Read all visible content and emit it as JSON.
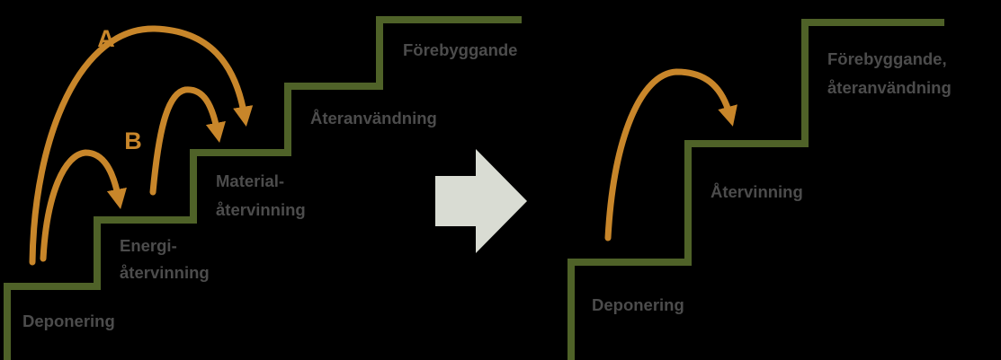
{
  "colors": {
    "background": "#000000",
    "stairs": "#4f6228",
    "arrows": "#c8862a",
    "label_text": "#4c4c4c",
    "letter_text": "#c8862a",
    "transition_arrow": "#d9dcd3"
  },
  "left_staircase": {
    "steps": [
      {
        "lines": [
          "Deponering"
        ]
      },
      {
        "lines": [
          "Energi-",
          "återvinning"
        ]
      },
      {
        "lines": [
          "Material-",
          "återvinning"
        ]
      },
      {
        "lines": [
          "Återanvändning"
        ]
      },
      {
        "lines": [
          "Förebyggande"
        ]
      }
    ],
    "jump_labels": [
      "A",
      "B"
    ]
  },
  "right_staircase": {
    "steps": [
      {
        "lines": [
          "Deponering"
        ]
      },
      {
        "lines": [
          "Återvinning"
        ]
      },
      {
        "lines": [
          "Förebyggande,",
          "återanvändning"
        ]
      }
    ]
  }
}
